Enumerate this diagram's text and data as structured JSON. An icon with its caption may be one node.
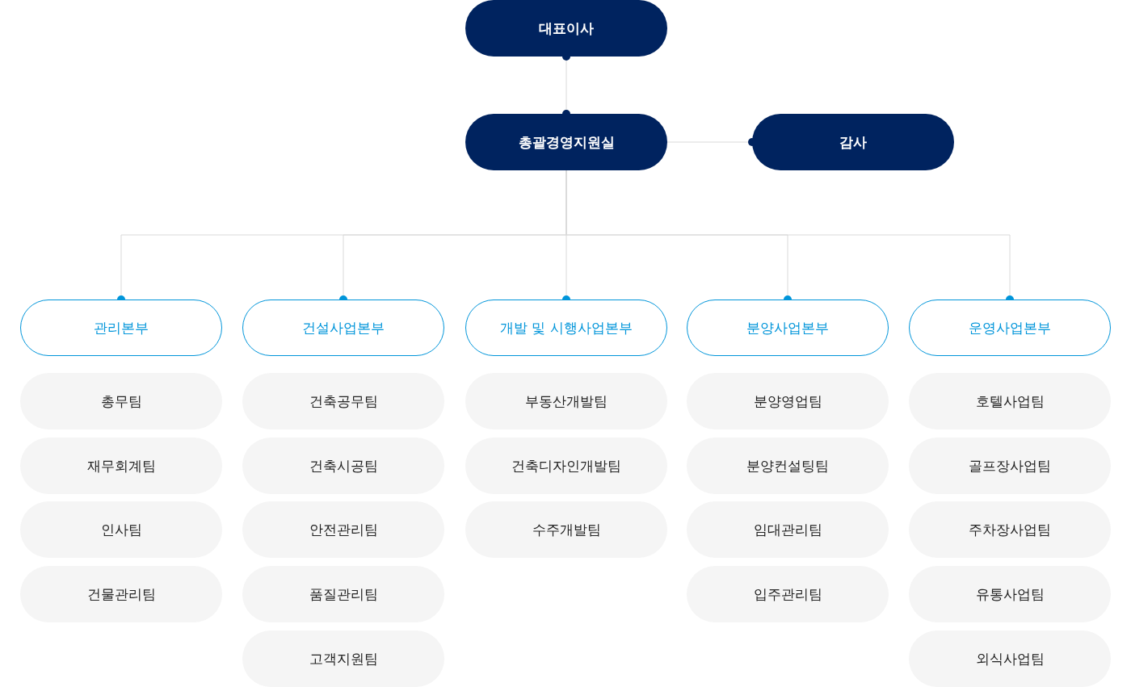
{
  "diagram": {
    "nodes": [
      {
        "text": [
          "대표이사"
        ]
      },
      {
        "text": [
          "총괄경영지원실"
        ]
      },
      {
        "text": [
          "감사"
        ]
      },
      {
        "text": [
          "관리본부"
        ]
      },
      {
        "text": [
          "건설사업본부"
        ]
      },
      {
        "text": [
          "개발 및 시행사업본부"
        ]
      },
      {
        "text": [
          "분양사업본부"
        ]
      },
      {
        "text": [
          "운영사업본부"
        ]
      },
      {
        "text": [
          "총무팀"
        ]
      },
      {
        "text": [
          "재무회계팀"
        ]
      },
      {
        "text": [
          "인사팀"
        ]
      },
      {
        "text": [
          "건물관리팀"
        ]
      },
      {
        "text": [
          "건축공무팀"
        ]
      },
      {
        "text": [
          "건축시공팀"
        ]
      },
      {
        "text": [
          "안전관리팀"
        ]
      },
      {
        "text": [
          "품질관리팀"
        ]
      },
      {
        "text": [
          "고객지원팀"
        ]
      },
      {
        "text": [
          "부동산개발팀"
        ]
      },
      {
        "text": [
          "건축디자인개발팀"
        ]
      },
      {
        "text": [
          "수주개발팀"
        ]
      },
      {
        "text": [
          "분양영업팀"
        ]
      },
      {
        "text": [
          "분양컨설팅팀"
        ]
      },
      {
        "text": [
          "임대관리팀"
        ]
      },
      {
        "text": [
          "입주관리팀"
        ]
      },
      {
        "text": [
          "호텔사업팀"
        ]
      },
      {
        "text": [
          "골프장사업팀"
        ]
      },
      {
        "text": [
          "주차장사업팀"
        ]
      },
      {
        "text": [
          "유통사업팀"
        ]
      },
      {
        "text": [
          "외식사업팀"
        ]
      }
    ],
    "edges": [
      {
        "from": 0,
        "to": 1,
        "arrow": "other"
      },
      {
        "from": 1,
        "to": 2,
        "arrow": "other"
      },
      {
        "from": 1,
        "to": 3,
        "arrow": "other"
      },
      {
        "from": 1,
        "to": 4,
        "arrow": "other"
      },
      {
        "from": 1,
        "to": 5,
        "arrow": "other"
      },
      {
        "from": 1,
        "to": 6,
        "arrow": "other"
      },
      {
        "from": 1,
        "to": 7,
        "arrow": "other"
      }
    ]
  }
}
